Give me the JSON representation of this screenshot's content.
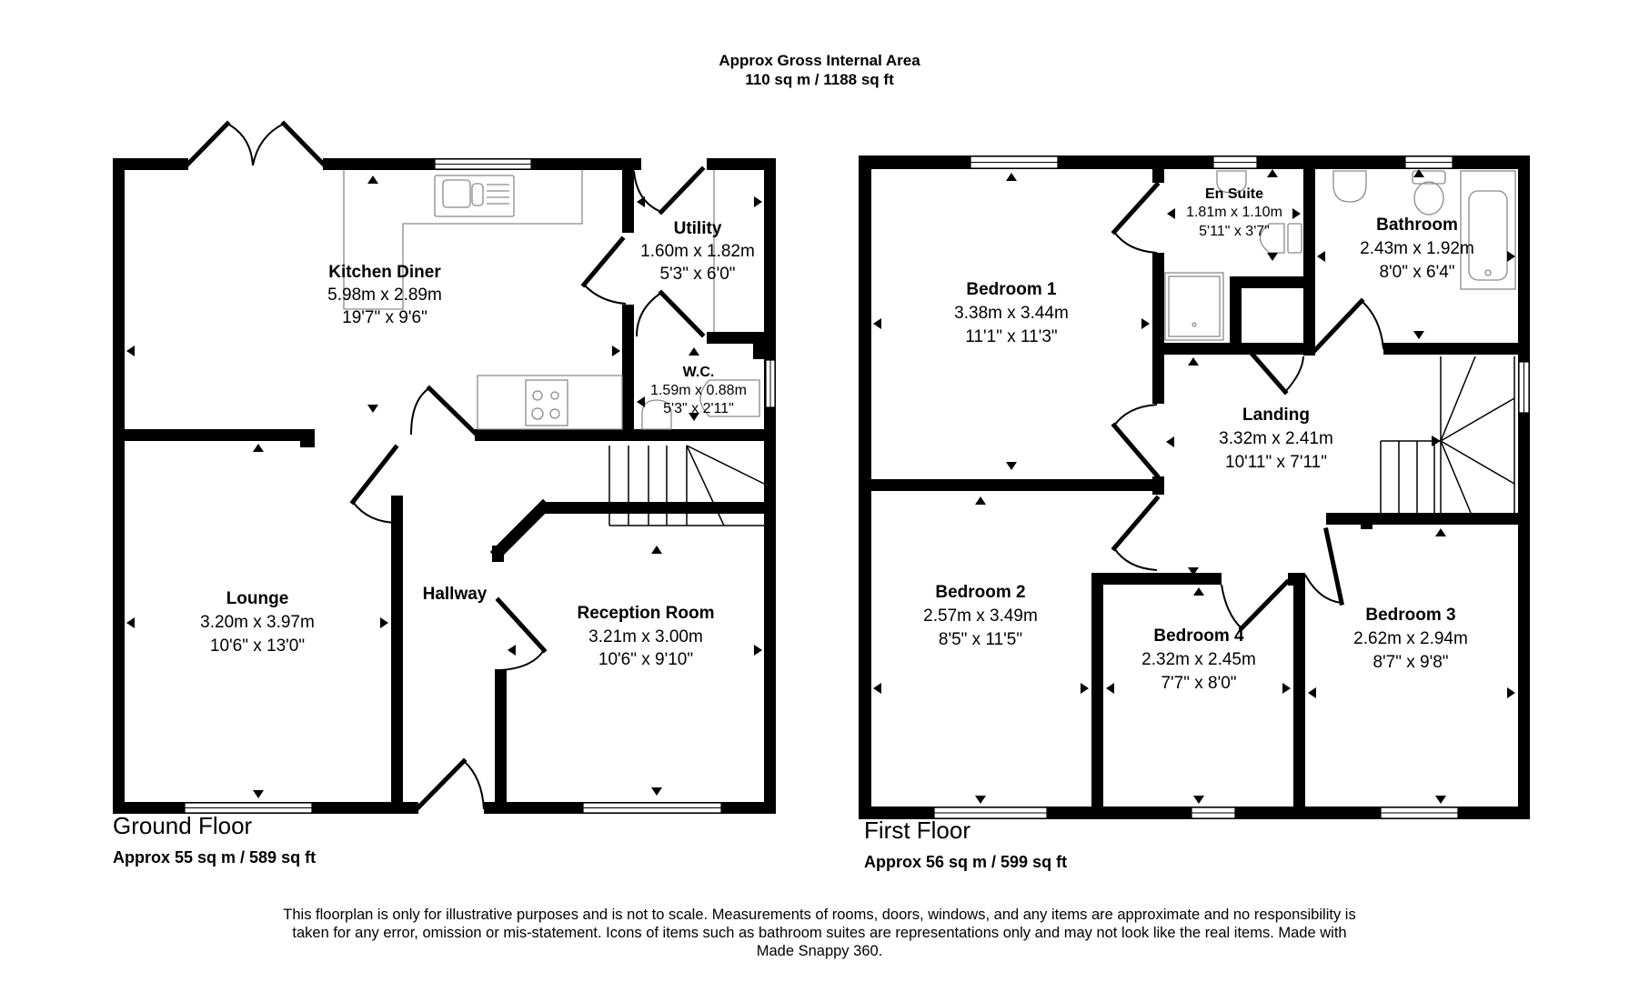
{
  "header": {
    "title_line1": "Approx Gross Internal Area",
    "title_line2": "110 sq m / 1188 sq ft"
  },
  "ground_floor": {
    "label": "Ground Floor",
    "area": "Approx 55 sq m / 589 sq ft",
    "rooms": [
      {
        "name": "Kitchen Diner",
        "metric": "5.98m x 2.89m",
        "imperial": "19'7\" x 9'6\""
      },
      {
        "name": "Utility",
        "metric": "1.60m x 1.82m",
        "imperial": "5'3\" x 6'0\""
      },
      {
        "name": "W.C.",
        "metric": "1.59m x 0.88m",
        "imperial": "5'3\" x 2'11\""
      },
      {
        "name": "Lounge",
        "metric": "3.20m x 3.97m",
        "imperial": "10'6\" x 13'0\""
      },
      {
        "name": "Hallway",
        "metric": "",
        "imperial": ""
      },
      {
        "name": "Reception Room",
        "metric": "3.21m x 3.00m",
        "imperial": "10'6\" x 9'10\""
      }
    ]
  },
  "first_floor": {
    "label": "First Floor",
    "area": "Approx 56 sq m / 599 sq ft",
    "rooms": [
      {
        "name": "Bedroom 1",
        "metric": "3.38m x 3.44m",
        "imperial": "11'1\" x 11'3\""
      },
      {
        "name": "En Suite",
        "metric": "1.81m x 1.10m",
        "imperial": "5'11\" x 3'7\""
      },
      {
        "name": "Bathroom",
        "metric": "2.43m x 1.92m",
        "imperial": "8'0\" x 6'4\""
      },
      {
        "name": "Landing",
        "metric": "3.32m x 2.41m",
        "imperial": "10'11\" x 7'11\""
      },
      {
        "name": "Bedroom 2",
        "metric": "2.57m x 3.49m",
        "imperial": "8'5\" x 11'5\""
      },
      {
        "name": "Bedroom 4",
        "metric": "2.32m x 2.45m",
        "imperial": "7'7\" x 8'0\""
      },
      {
        "name": "Bedroom 3",
        "metric": "2.62m x 2.94m",
        "imperial": "8'7\" x 9'8\""
      }
    ]
  },
  "footer": {
    "disclaimer": "This floorplan is only for illustrative purposes and is not to scale. Measurements of rooms, doors, windows, and any items are approximate and no responsibility is taken for any error, omission or mis-statement. Icons of items such as bathroom suites are representations only and may not look like the real items. Made with Made Snappy 360."
  },
  "colors": {
    "wall": "#000000",
    "fixture": "#8a8a8a",
    "background": "#ffffff"
  }
}
